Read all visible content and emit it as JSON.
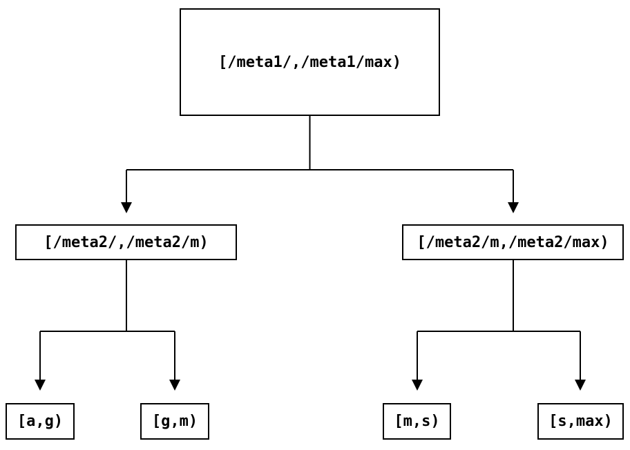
{
  "colors": {
    "line": "#000000",
    "bg": "#ffffff",
    "node-bg": "#ffffff"
  },
  "diagram": {
    "type": "tree",
    "description": "Binary interval-partition tree with arrowed connectors",
    "nodes": [
      {
        "id": "root",
        "label": "[/meta1/,/meta1/max)"
      },
      {
        "id": "mid-left",
        "label": "[/meta2/,/meta2/m)"
      },
      {
        "id": "mid-right",
        "label": "[/meta2/m,/meta2/max)"
      },
      {
        "id": "leaf-ag",
        "label": "[a,g)"
      },
      {
        "id": "leaf-gm",
        "label": "[g,m)"
      },
      {
        "id": "leaf-ms",
        "label": "[m,s)"
      },
      {
        "id": "leaf-smax",
        "label": "[s,max)"
      }
    ],
    "edges": [
      {
        "from": "root",
        "to": "mid-left"
      },
      {
        "from": "root",
        "to": "mid-right"
      },
      {
        "from": "mid-left",
        "to": "leaf-ag"
      },
      {
        "from": "mid-left",
        "to": "leaf-gm"
      },
      {
        "from": "mid-right",
        "to": "leaf-ms"
      },
      {
        "from": "mid-right",
        "to": "leaf-smax"
      }
    ]
  }
}
